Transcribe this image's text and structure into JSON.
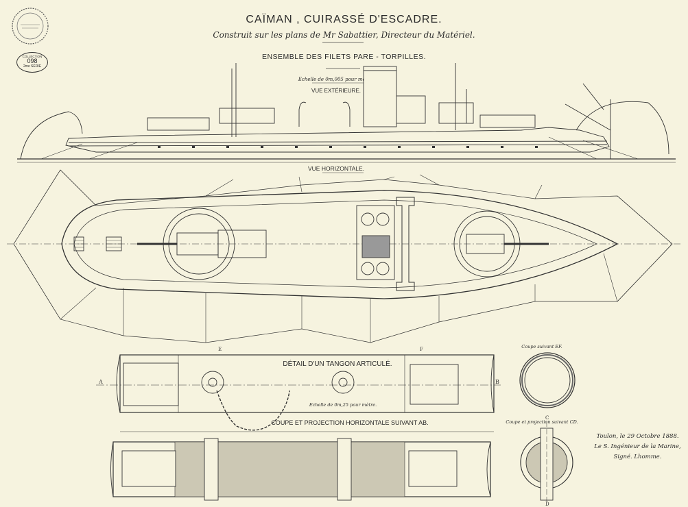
{
  "title": "CAÏMAN , CUIRASSÉ D'ESCADRE.",
  "subtitle": "Construit sur les plans de Mr Sabattier, Directeur du Matériel.",
  "section_title": "ENSEMBLE DES FILETS PARE - TORPILLES.",
  "scale_top": "Echelle de 0m,005 pour mètre.",
  "view_exterior": "VUE EXTÉRIEURE.",
  "view_horizontal": "VUE HORIZONTALE.",
  "detail_title": "DÉTAIL D'UN TANGON ARTICULÉ.",
  "scale_detail": "Echelle de 0m,25 pour mètre.",
  "coupe_title": "COUPE ET PROJECTION HORIZONTALE SUIVANT AB.",
  "section_ef": "Coupe suivant EF.",
  "section_cd": "Coupe et projection suivant CD.",
  "signature": {
    "line1": "Toulon, le 29 Octobre 1888.",
    "line2": "Le S. Ingénieur de la Marine,",
    "line3": "Signé. Lhomme."
  },
  "stamp": {
    "top": "COLLECTION",
    "number": "098",
    "series": "2me SÉRIE"
  },
  "labels": {
    "a_left": "A",
    "b_right": "B",
    "c_mark": "C",
    "d_mark": "D",
    "e_mark": "E",
    "f_mark": "F"
  }
}
